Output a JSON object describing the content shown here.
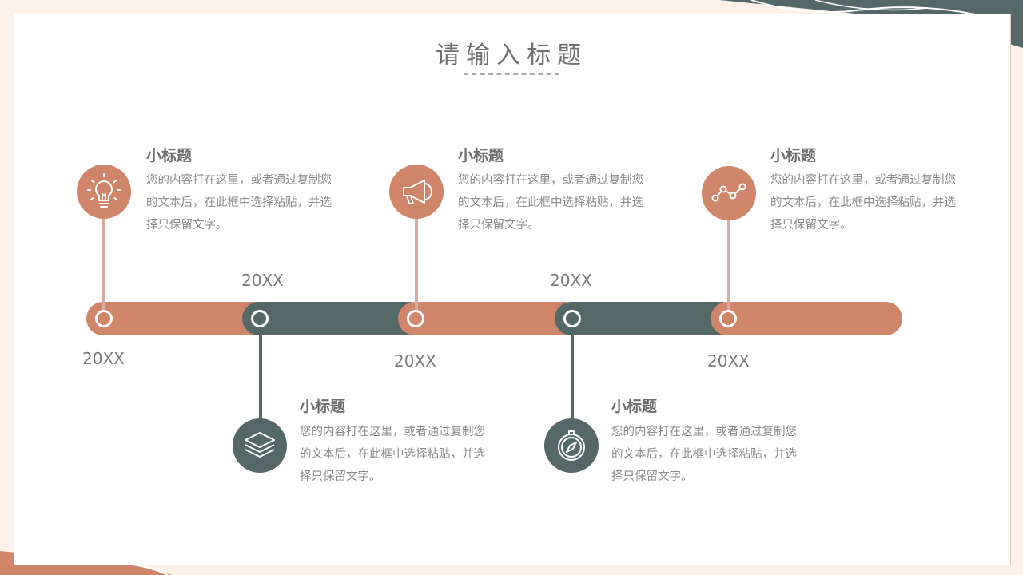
{
  "title": "请输入标题",
  "colors": {
    "accent_orange": "#cf856a",
    "accent_green": "#546868",
    "stem_pink": "#d7aba0",
    "background": "#fbf1e8"
  },
  "years": [
    "20XX",
    "20XX",
    "20XX",
    "20XX",
    "20XX"
  ],
  "items": [
    {
      "title": "小标题",
      "body": "您的内容打在这里，或者通过复制您的文本后，在此框中选择粘贴，并选择只保留文字。",
      "icon": "lightbulb-icon"
    },
    {
      "title": "小标题",
      "body": "您的内容打在这里，或者通过复制您的文本后，在此框中选择粘贴，并选择只保留文字。",
      "icon": "layers-icon"
    },
    {
      "title": "小标题",
      "body": "您的内容打在这里，或者通过复制您的文本后，在此框中选择粘贴，并选择只保留文字。",
      "icon": "megaphone-icon"
    },
    {
      "title": "小标题",
      "body": "您的内容打在这里，或者通过复制您的文本后，在此框中选择粘贴，并选择只保留文字。",
      "icon": "compass-icon"
    },
    {
      "title": "小标题",
      "body": "您的内容打在这里，或者通过复制您的文本后，在此框中选择粘贴，并选择只保留文字。",
      "icon": "line-chart-icon"
    }
  ]
}
